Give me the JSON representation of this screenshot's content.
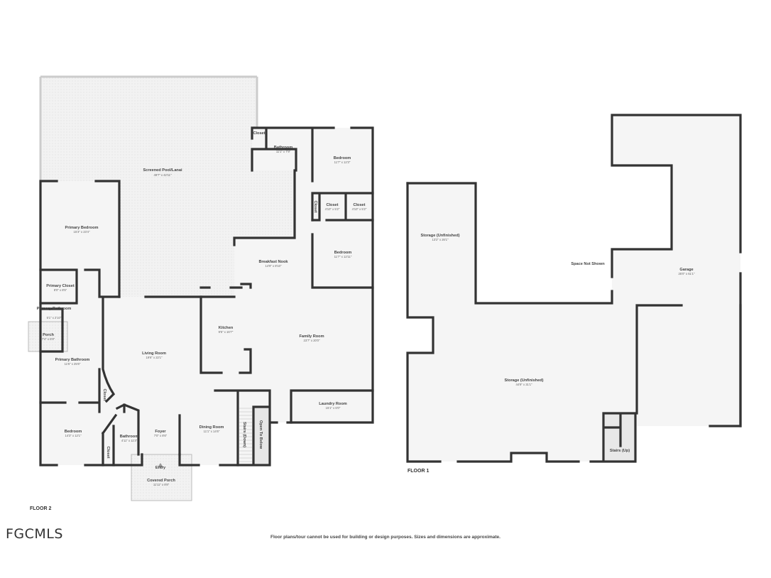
{
  "floors": [
    {
      "label": "FLOOR 2"
    },
    {
      "label": "FLOOR 1"
    }
  ],
  "floor2_rooms": [
    {
      "name": "Screened Pool/Lanai",
      "dims": "49'7\" x 42'11\""
    },
    {
      "name": "Closet",
      "dims": ""
    },
    {
      "name": "Bathroom",
      "dims": "11'1\" x 7'9\""
    },
    {
      "name": "Bedroom",
      "dims": "11'7\" x 12'3\""
    },
    {
      "name": "Closet",
      "dims": "4'10\" x 5'2\""
    },
    {
      "name": "Closet",
      "dims": "4'10\" x 5'2\""
    },
    {
      "name": "Closet",
      "dims": ""
    },
    {
      "name": "Bedroom",
      "dims": "11'7\" x 12'11\""
    },
    {
      "name": "Breakfast Nook",
      "dims": "14'9\" x 8'10\""
    },
    {
      "name": "Primary Bedroom",
      "dims": "15'3\" x 23'4\""
    },
    {
      "name": "Primary Closet",
      "dims": "8'0\" x 8'5\""
    },
    {
      "name": "Primary Bathroom",
      "dims": "5'1\" x 2'10\""
    },
    {
      "name": "Porch",
      "dims": "7'4\" x 5'9\""
    },
    {
      "name": "Primary Bathroom",
      "dims": "11'5\" x 25'6\""
    },
    {
      "name": "Living Room",
      "dims": "19'6\" x 22'1\""
    },
    {
      "name": "Kitchen",
      "dims": "9'5\" x 16'7\""
    },
    {
      "name": "Family Room",
      "dims": "23'7\" x 20'0\""
    },
    {
      "name": "Closet",
      "dims": ""
    },
    {
      "name": "Bedroom",
      "dims": "14'3\" x 12'1\""
    },
    {
      "name": "Bathroom",
      "dims": "4'11\" x 11'3\""
    },
    {
      "name": "Closet",
      "dims": ""
    },
    {
      "name": "Foyer",
      "dims": "7'0\" x 8'6\""
    },
    {
      "name": "Dining Room",
      "dims": "11'1\" x 14'6\""
    },
    {
      "name": "Stairs (Down)",
      "dims": ""
    },
    {
      "name": "Open To Below",
      "dims": ""
    },
    {
      "name": "Laundry Room",
      "dims": "15'1\" x 6'0\""
    },
    {
      "name": "Entry",
      "dims": ""
    },
    {
      "name": "Covered Porch",
      "dims": "11'11\" x 8'8\""
    }
  ],
  "floor1_rooms": [
    {
      "name": "Storage (Unfinished)",
      "dims": "13'2\" x 26'1\""
    },
    {
      "name": "Space Not Shown",
      "dims": ""
    },
    {
      "name": "Garage",
      "dims": "25'0\" x 61'1\""
    },
    {
      "name": "Storage (Unfinished)",
      "dims": "44'9\" x 31'1\""
    },
    {
      "name": "Stairs (Up)",
      "dims": ""
    }
  ],
  "logo": "FGCMLS",
  "disclaimer": "Floor plans/tour cannot be used for building or design purposes. Sizes and dimensions are approximate.",
  "colors": {
    "wall": "#333333",
    "room_fill": "#f5f5f5",
    "lanai_fill": "#eeeeee"
  }
}
